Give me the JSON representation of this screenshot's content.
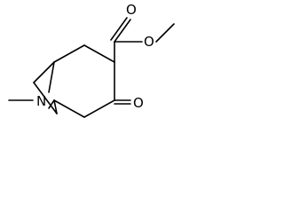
{
  "molecule": {
    "atoms": {
      "N": "N",
      "O_carbonyl_ester": "O",
      "O_ester": "O",
      "O_ketone": "O"
    }
  }
}
